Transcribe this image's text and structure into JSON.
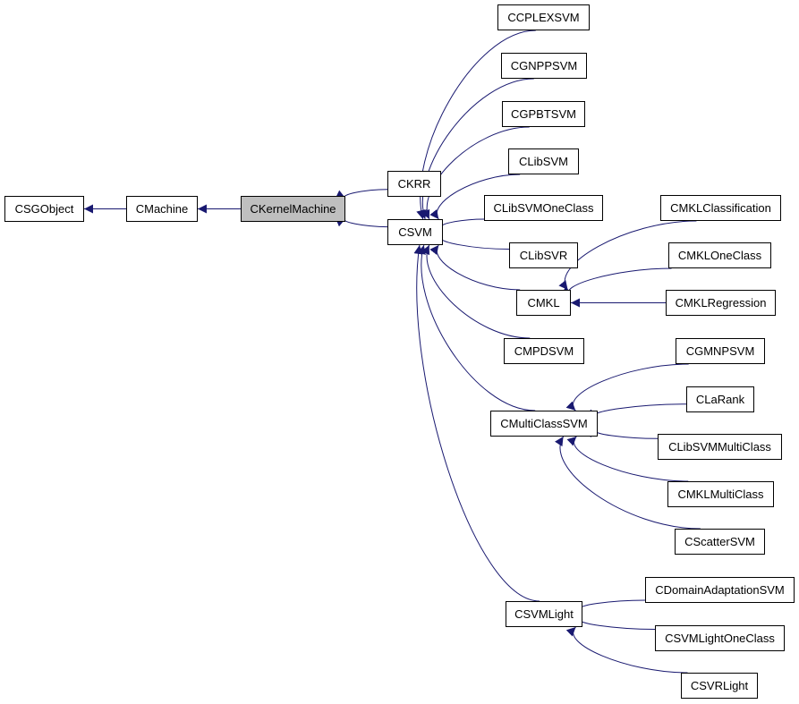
{
  "nodes": {
    "csgobject": "CSGObject",
    "cmachine": "CMachine",
    "ckernelmachine": "CKernelMachine",
    "ckrr": "CKRR",
    "csvm": "CSVM",
    "ccplexsvm": "CCPLEXSVM",
    "cgnppsvm": "CGNPPSVM",
    "cgpbtsvm": "CGPBTSVM",
    "clibsvm": "CLibSVM",
    "clibsvmoneclass": "CLibSVMOneClass",
    "clibsvr": "CLibSVR",
    "cmkl": "CMKL",
    "cmpdsvm": "CMPDSVM",
    "cmulticlasssvm": "CMultiClassSVM",
    "csvmlight": "CSVMLight",
    "cmklclassification": "CMKLClassification",
    "cmkloneclass": "CMKLOneClass",
    "cmklregression": "CMKLRegression",
    "cgmnpsvm": "CGMNPSVM",
    "clarank": "CLaRank",
    "clibsvmmulticlass": "CLibSVMMultiClass",
    "cmklmulticlass": "CMKLMultiClass",
    "cscattersvm": "CScatterSVM",
    "cdomainadaptationsvm": "CDomainAdaptationSVM",
    "csvmlightoneclass": "CSVMLightOneClass",
    "csvrlight": "CSVRLight"
  },
  "edges": [
    [
      "cmachine",
      "csgobject"
    ],
    [
      "ckernelmachine",
      "cmachine"
    ],
    [
      "ckrr",
      "ckernelmachine"
    ],
    [
      "csvm",
      "ckernelmachine"
    ],
    [
      "ccplexsvm",
      "csvm"
    ],
    [
      "cgnppsvm",
      "csvm"
    ],
    [
      "cgpbtsvm",
      "csvm"
    ],
    [
      "clibsvm",
      "csvm"
    ],
    [
      "clibsvmoneclass",
      "csvm"
    ],
    [
      "clibsvr",
      "csvm"
    ],
    [
      "cmkl",
      "csvm"
    ],
    [
      "cmpdsvm",
      "csvm"
    ],
    [
      "cmulticlasssvm",
      "csvm"
    ],
    [
      "csvmlight",
      "csvm"
    ],
    [
      "cmklclassification",
      "cmkl"
    ],
    [
      "cmkloneclass",
      "cmkl"
    ],
    [
      "cmklregression",
      "cmkl"
    ],
    [
      "cgmnpsvm",
      "cmulticlasssvm"
    ],
    [
      "clarank",
      "cmulticlasssvm"
    ],
    [
      "clibsvmmulticlass",
      "cmulticlasssvm"
    ],
    [
      "cmklmulticlass",
      "cmulticlasssvm"
    ],
    [
      "cscattersvm",
      "cmulticlasssvm"
    ],
    [
      "cdomainadaptationsvm",
      "csvmlight"
    ],
    [
      "csvmlightoneclass",
      "csvmlight"
    ],
    [
      "csvrlight",
      "csvmlight"
    ]
  ],
  "colors": {
    "edge": "#191970",
    "current_node_fill": "#bfbfbf",
    "node_border": "#000000"
  }
}
